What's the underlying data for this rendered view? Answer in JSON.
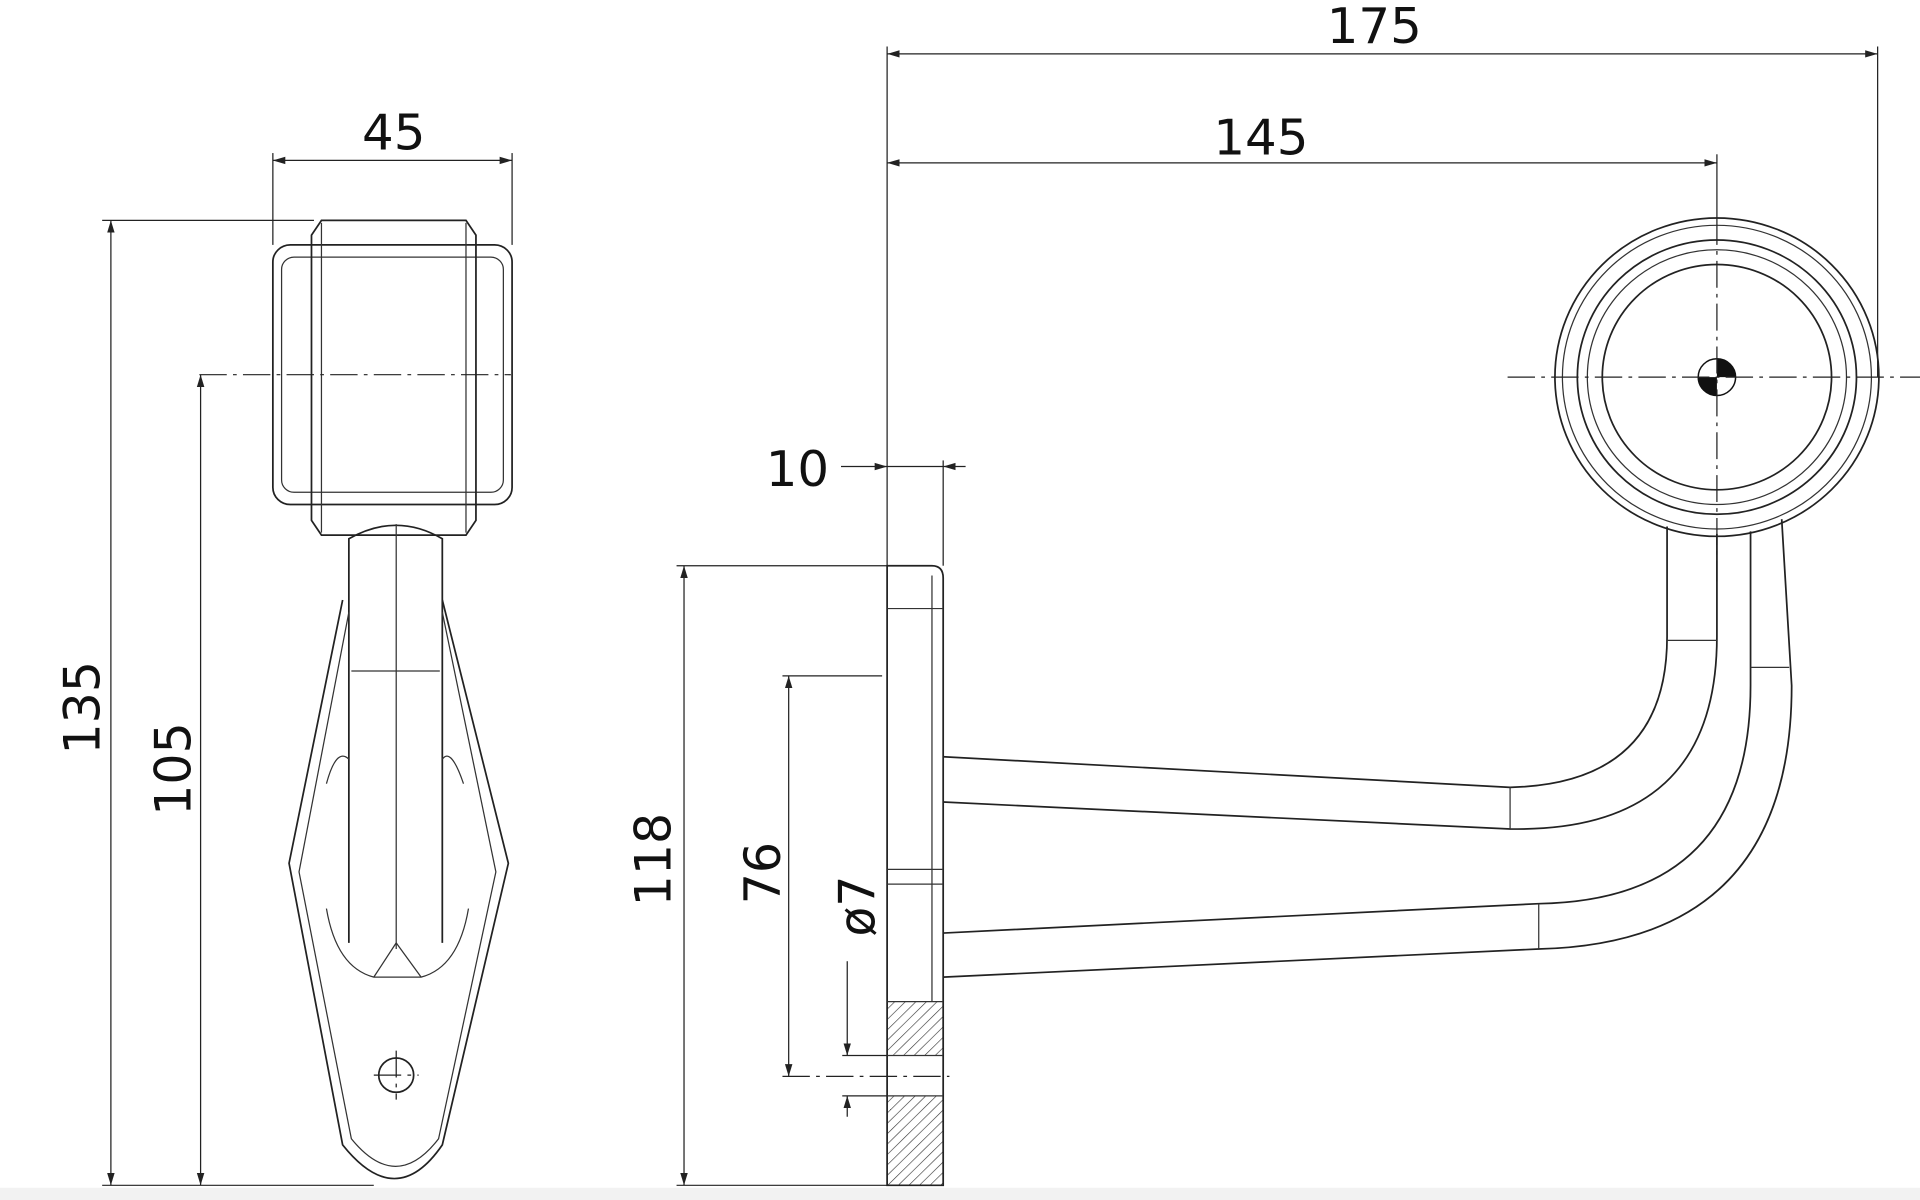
{
  "drawing": {
    "dimensions": {
      "overall_width": "175",
      "center_offset": "145",
      "lens_width": "45",
      "total_height": "135",
      "center_height": "105",
      "plate_thickness": "10",
      "plate_height": "118",
      "hole_height": "76",
      "hole_diameter": "ø7"
    },
    "colors": {
      "line": "#222222",
      "background": "#ffffff"
    }
  }
}
